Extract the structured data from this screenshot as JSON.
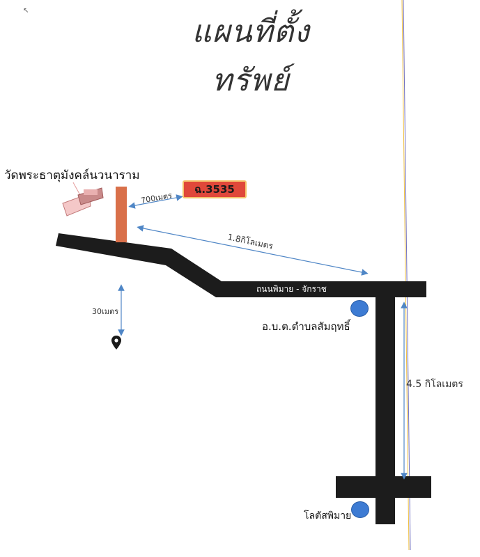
{
  "title": "แผนที่ตั้งทรัพย์",
  "plot_label": "ฉ.3535",
  "road_name": "ถนนพิมาย - จักราช",
  "places": {
    "temple": "วัดพระธาตุมังคล์นวนาราม",
    "office": "อ.บ.ต.ตำบลสัมฤทธิ์",
    "lotus": "โลตัสพิมาย"
  },
  "distances": {
    "plot_to_temple": "700เมตร",
    "plot_to_junction": "1.8กิโลเมตร",
    "road_to_pin": "30เมตร",
    "junction_to_lotus": "4.5 กิโลเมตร"
  },
  "colors": {
    "road": "#1c1c1c",
    "plot_badge": "#e0483a",
    "access_road": "#d9704a",
    "marker": "#3d7bd3",
    "arrow": "#4f86c6"
  }
}
